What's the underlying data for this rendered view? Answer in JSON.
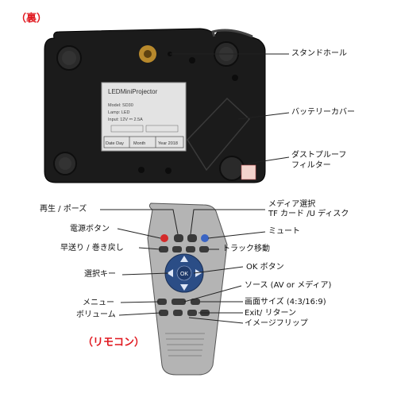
{
  "sections": {
    "back_title": "（裏）",
    "remote_title": "（リモコン）"
  },
  "device_labels": {
    "stand_hole": "スタンドホール",
    "battery_cover": "バッテリーカバー",
    "dustproof_filter_line1": "ダストプルーフ",
    "dustproof_filter_line2": "フィルター"
  },
  "nameplate": {
    "line1": "LEDMiniProjector",
    "line2": "Model: SD30",
    "line3": "Lamp: LED",
    "line4": "Input: 12V ⎓ 2.5A",
    "date_left": "Date Day",
    "date_mid": "Month",
    "date_right": "Year 2018"
  },
  "remote_labels_left": {
    "play_pause": "再生 / ポーズ",
    "power_button": "電源ボタン",
    "fast_forward_rewind": "早送り / 巻き戻し",
    "select_keys": "選択キー",
    "menu": "メニュー",
    "volume": "ボリューム"
  },
  "remote_labels_right": {
    "media_select_line1": "メディア選択",
    "media_select_line2": "TF カード /U ディスク",
    "mute": "ミュート",
    "track_move": "トラック移動",
    "ok_button": "OK ボタン",
    "source": "ソース (AV or メディア)",
    "screen_size": "画面サイズ (4:3/16:9)",
    "exit_return": "Exit/ リターン",
    "image_flip": "イメージフリップ"
  },
  "remote_keys": {
    "ok": "OK"
  },
  "colors": {
    "section_red": "#e0171e",
    "device_body": "#1b1b1b",
    "remote_body": "#b4b4b4",
    "dpad_blue": "#2b4d86",
    "power_red": "#d42a2a",
    "mute_blue": "#3a64c4"
  }
}
